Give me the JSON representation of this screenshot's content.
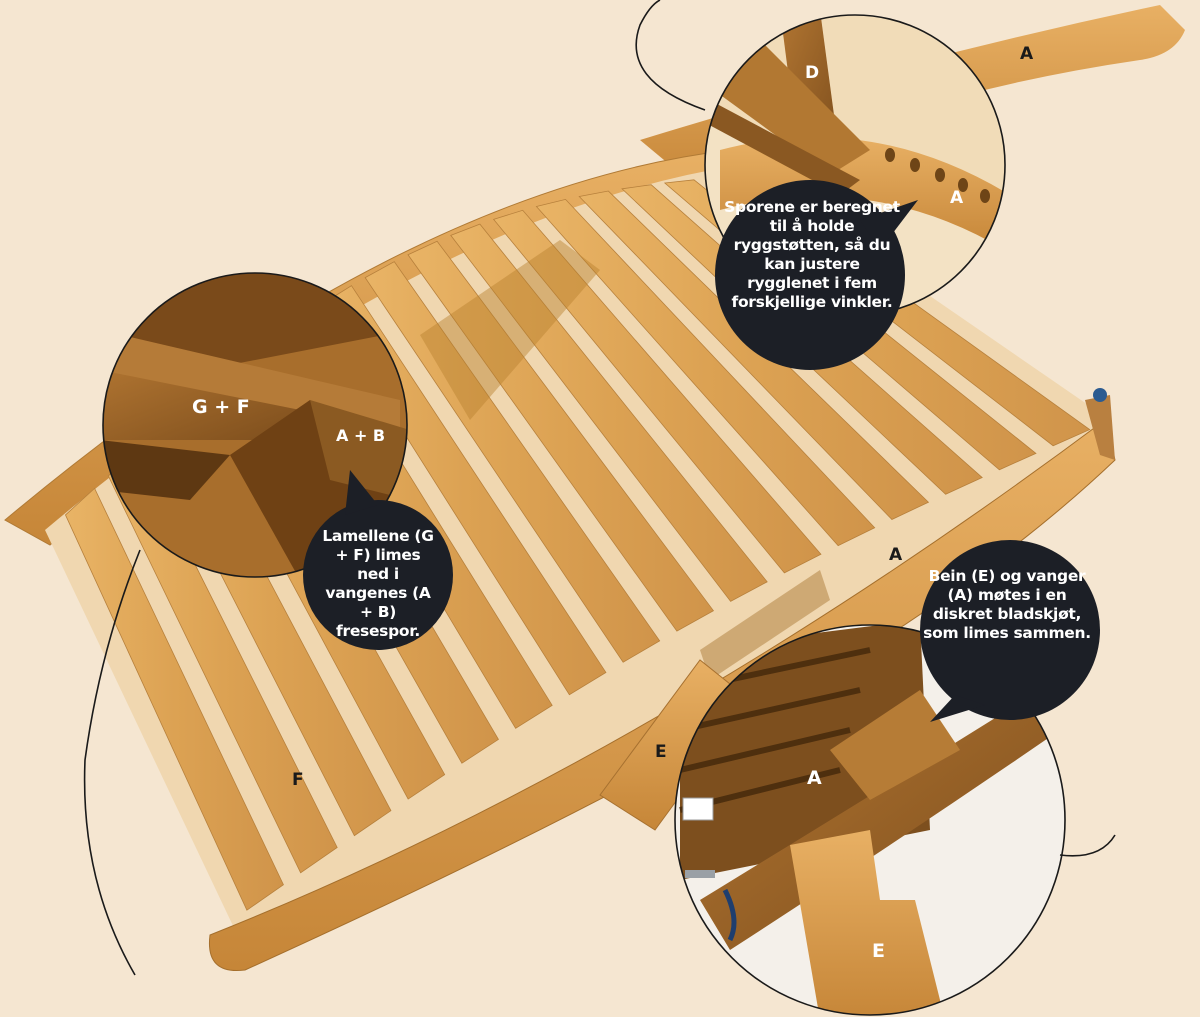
{
  "labels": {
    "a_top": "A",
    "d": "D",
    "a_zoom1": "A",
    "gf": "G + F",
    "ab": "A + B",
    "a_mid": "A",
    "e_mid": "E",
    "f": "F",
    "a_zoom3": "A",
    "e_zoom3": "E"
  },
  "callouts": {
    "sporene": "Sporene er beregnet til å holde ryggstøtten, så du kan justere rygglenet i fem forskjellige vinkler.",
    "lamellene": "Lamellene (G + F) limes ned i vangenes (A + B) fresespor.",
    "bein": "Bein (E) og vanger (A) møtes i en diskret bladskjøt, som limes sammen."
  },
  "colors": {
    "background": "#f5e6d1",
    "wood_light": "#e0a95a",
    "wood_mid": "#c98a3c",
    "wood_dark": "#9a6428",
    "callout_fill": "#1c1f26",
    "line": "#1a1a1a"
  }
}
